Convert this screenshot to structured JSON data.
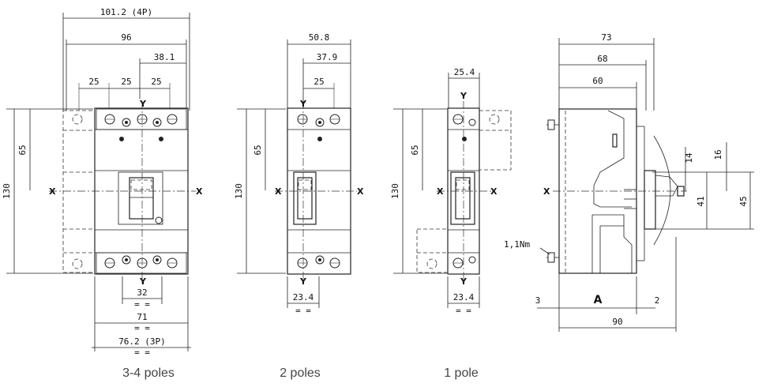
{
  "views": {
    "four_pole": {
      "caption": "3-4 poles",
      "dims": {
        "width_4p": "101.2 (4P)",
        "width_96": "96",
        "offset_38_1": "38.1",
        "pitch_1": "25",
        "pitch_2": "25",
        "pitch_3": "25",
        "height_65": "65",
        "height_130": "130",
        "bottom_32": "32",
        "bottom_71": "71",
        "bottom_3p": "76.2 (3P)",
        "eq_1": "= =",
        "eq_2": "= =",
        "eq_3": "= ="
      },
      "axis": {
        "x_left": "X",
        "x_right": "X",
        "y_top": "Y",
        "y_bottom": "Y"
      }
    },
    "two_pole": {
      "caption": "2 poles",
      "dims": {
        "width_50_8": "50.8",
        "width_37_9": "37.9",
        "pitch": "25",
        "height_65": "65",
        "height_130": "130",
        "bottom_23_4": "23.4",
        "eq": "= ="
      },
      "axis": {
        "x_left": "X",
        "x_right": "X",
        "y_top": "Y",
        "y_bottom": "Y"
      }
    },
    "one_pole": {
      "caption": "1 pole",
      "dims": {
        "width_25_4": "25.4",
        "height_65": "65",
        "height_130": "130",
        "bottom_23_4": "23.4",
        "eq": "= ="
      },
      "axis": {
        "x_left": "X",
        "x_right": "X",
        "y_top": "Y",
        "y_bottom": "Y"
      }
    },
    "side": {
      "dims": {
        "depth_73": "73",
        "depth_68": "68",
        "depth_60": "60",
        "h_14": "14",
        "h_16": "16",
        "h_41": "41",
        "h_45": "45",
        "left_3": "3",
        "label_a": "A",
        "right_2": "2",
        "depth_90": "90",
        "torque": "1,1Nm"
      },
      "axis": {
        "x_left": "X"
      }
    }
  }
}
